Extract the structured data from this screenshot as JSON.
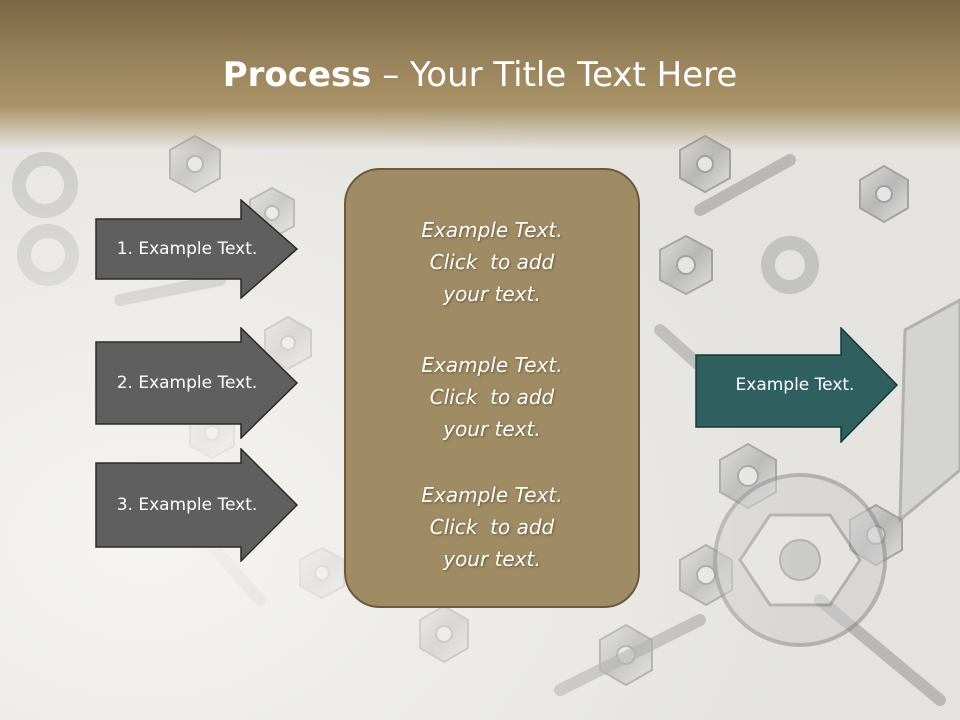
{
  "title": {
    "bold": "Process",
    "rest": " – Your Title Text Here"
  },
  "left_arrows": [
    {
      "label": "1. Example Text."
    },
    {
      "label": "2. Example Text."
    },
    {
      "label": "3. Example Text."
    }
  ],
  "center_box": {
    "paragraphs": [
      {
        "lines": [
          "Example Text.",
          "Click  to add",
          "your text."
        ]
      },
      {
        "lines": [
          "Example Text.",
          "Click  to add",
          "your text."
        ]
      },
      {
        "lines": [
          "Example Text.",
          "Click  to add",
          "your text."
        ]
      }
    ]
  },
  "right_arrow": {
    "label": "Example Text."
  },
  "colors": {
    "title_band": "#96805a",
    "left_arrow_fill": "#5f5f5f",
    "right_arrow_fill": "#2f5f5f",
    "center_box_fill": "#a08c64"
  }
}
